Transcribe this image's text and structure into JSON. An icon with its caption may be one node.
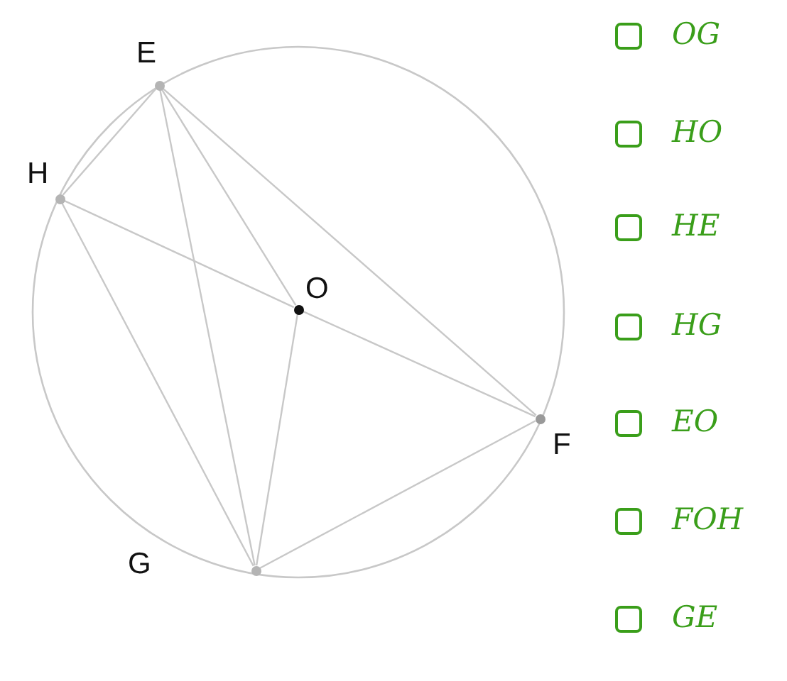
{
  "diagram": {
    "nodes": [
      {
        "text": [
          "E"
        ]
      },
      {
        "text": [
          "H"
        ]
      },
      {
        "text": [
          "O"
        ]
      },
      {
        "text": [
          "F"
        ]
      },
      {
        "text": [
          "G"
        ]
      }
    ],
    "edges": [
      {
        "from": 1,
        "to": 0,
        "arrow": "none"
      },
      {
        "from": 0,
        "to": 3,
        "arrow": "none"
      },
      {
        "from": 0,
        "to": 2,
        "arrow": "none"
      },
      {
        "from": 0,
        "to": 4,
        "arrow": "none"
      },
      {
        "from": 1,
        "to": 2,
        "arrow": "none"
      },
      {
        "from": 2,
        "to": 3,
        "arrow": "none"
      },
      {
        "from": 1,
        "to": 4,
        "arrow": "none"
      },
      {
        "from": 2,
        "to": 4,
        "arrow": "none"
      },
      {
        "from": 4,
        "to": 3,
        "arrow": "none"
      }
    ],
    "labels": [
      "OG",
      "HO",
      "HE",
      "HG",
      "EO",
      "FOH",
      "GE"
    ]
  }
}
